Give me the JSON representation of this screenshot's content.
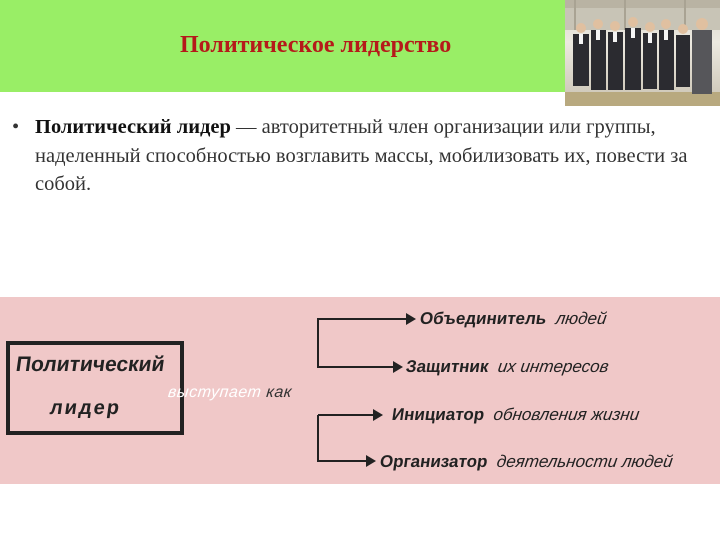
{
  "header": {
    "title": "Политическое лидерство",
    "band_color": "#99ee66",
    "title_color": "#b51a1a"
  },
  "photo": {
    "description_icon": "group-of-officials-photo"
  },
  "bullet": {
    "dot": "•",
    "term": "Политический лидер",
    "definition": " — авторитетный член организации или группы, наделенный способностью возглавить массы, мобилизовать их, повести за собой."
  },
  "diagram": {
    "background_color": "#f0c8c8",
    "leader_line1": "Политический",
    "leader_line2": "лидер",
    "acts_as_word": "выступает",
    "acts_as_kak": "как",
    "roles": [
      {
        "main": "Объединитель",
        "rest": "людей"
      },
      {
        "main": "Защитник",
        "rest": "их  интересов"
      },
      {
        "main": "Инициатор",
        "rest": "обновления  жизни"
      },
      {
        "main": "Организатор",
        "rest": "деятельности людей"
      }
    ]
  }
}
